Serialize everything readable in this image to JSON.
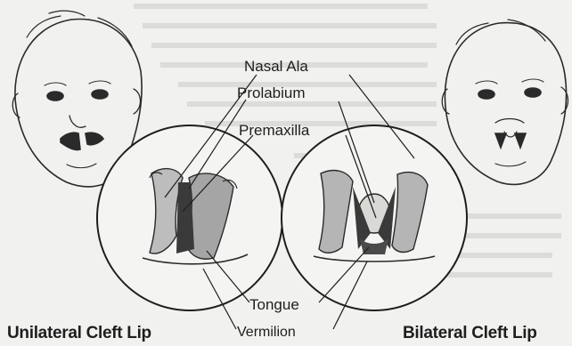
{
  "labels": {
    "nasal_ala": "Nasal Ala",
    "prolabium": "Prolabium",
    "premaxilla": "Premaxilla",
    "tongue": "Tongue",
    "vermilion": "Vermilion"
  },
  "titles": {
    "left": "Unilateral Cleft Lip",
    "right": "Bilateral Cleft Lip"
  }
}
